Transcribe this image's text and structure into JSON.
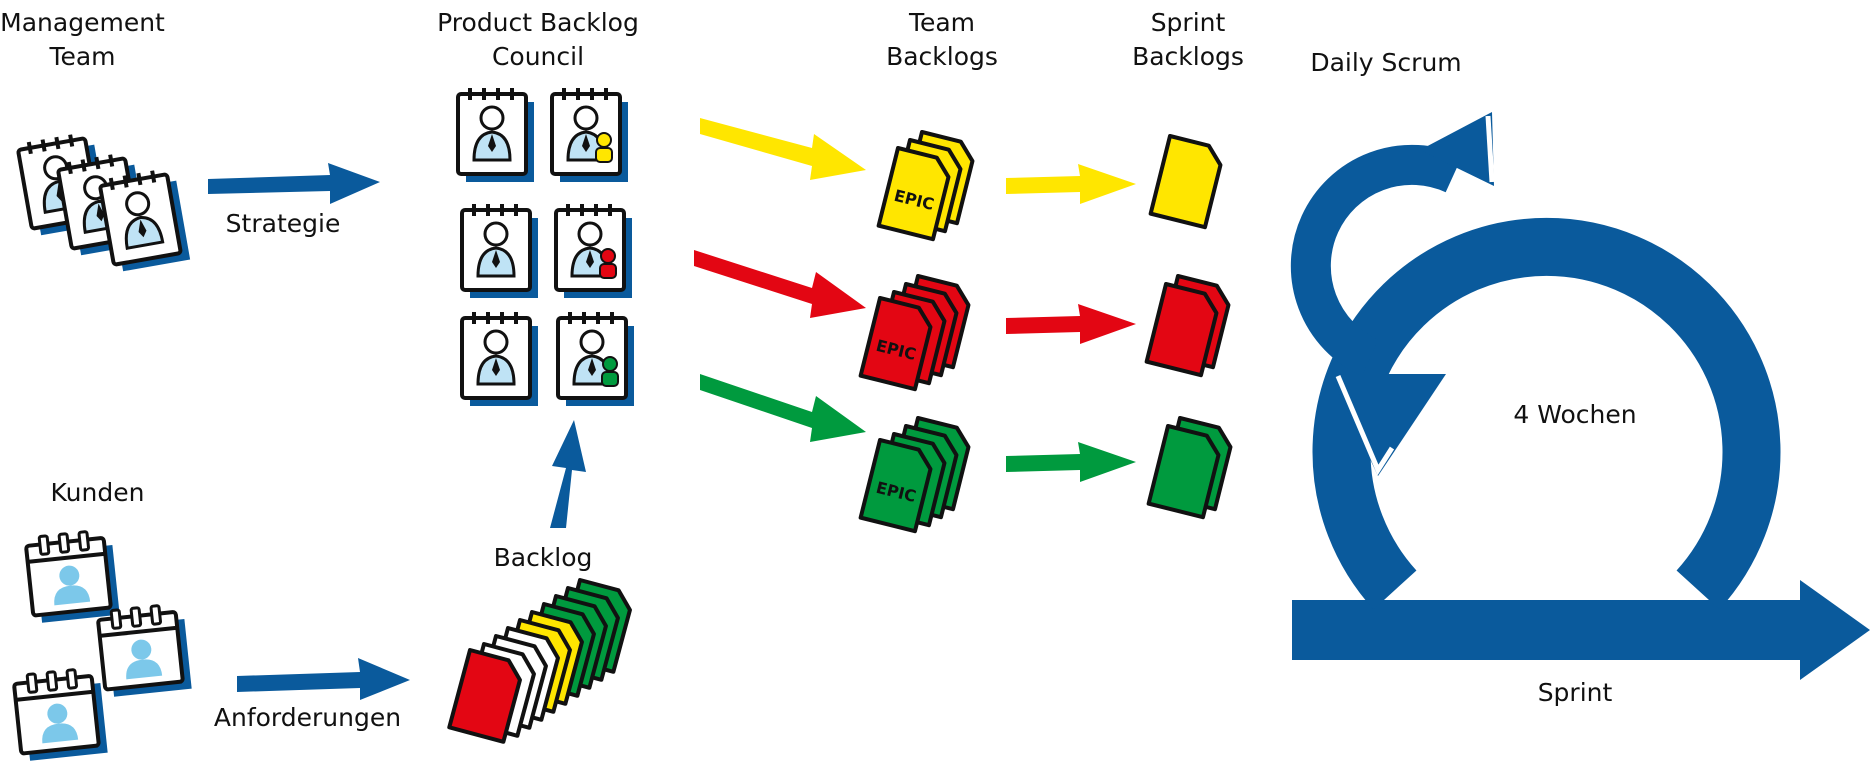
{
  "labels": {
    "management_team": [
      "Management",
      "Team"
    ],
    "product_backlog_council": [
      "Product Backlog",
      "Council"
    ],
    "team_backlogs": [
      "Team",
      "Backlogs"
    ],
    "sprint_backlogs": [
      "Sprint",
      "Backlogs"
    ],
    "daily_scrum": "Daily Scrum",
    "strategie": "Strategie",
    "kunden": "Kunden",
    "backlog": "Backlog",
    "anforderungen": "Anforderungen",
    "four_weeks": "4 Wochen",
    "sprint": "Sprint",
    "epic": "EPIC"
  },
  "colors": {
    "blue": "#0a5a9c",
    "yellow": "#ffe600",
    "red": "#e30613",
    "green": "#009a3e",
    "light_blue": "#bfe3f5",
    "sky_blue": "#7cc8ea",
    "outline": "#111111"
  },
  "icons": {
    "management_team": "person-notepad-icon",
    "council": "person-notepad-icon",
    "kunden": "person-calendar-icon",
    "epic": "document-stack-icon",
    "sprint_loop": "circular-arrow-icon"
  }
}
